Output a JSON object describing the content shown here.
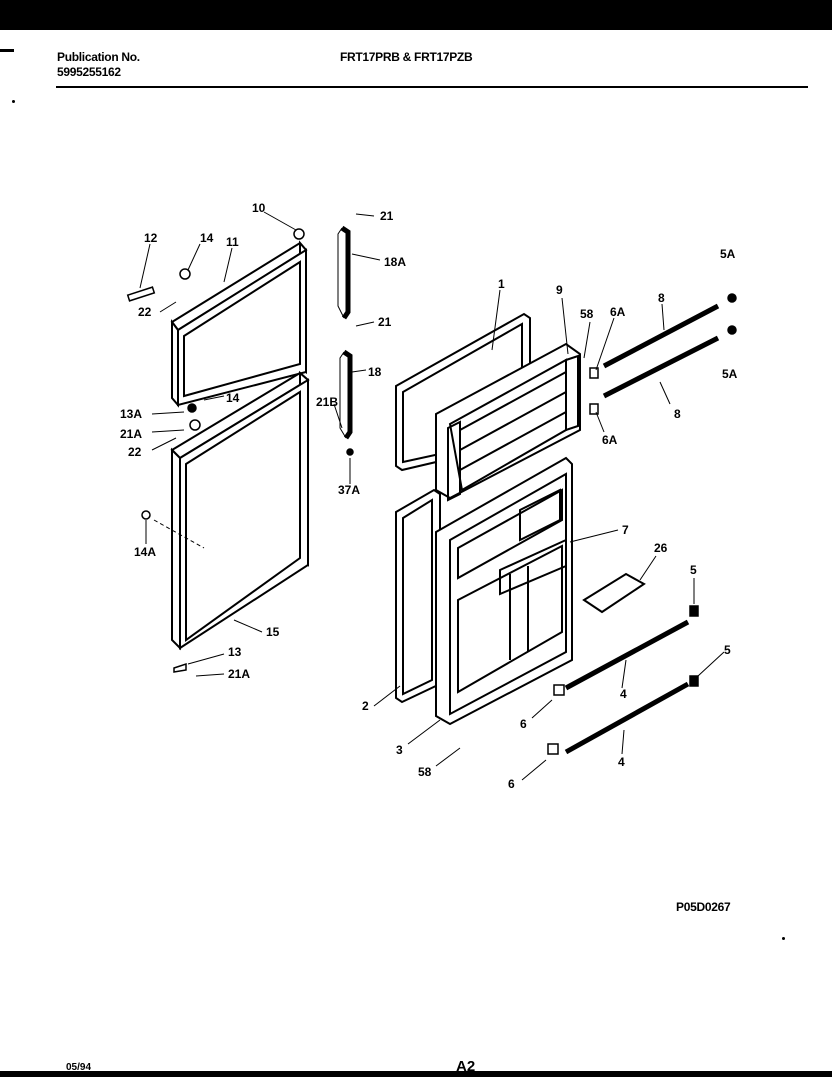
{
  "header": {
    "publication_label": "Publication No.",
    "publication_number": "5995255162",
    "model_title": "FRT17PRB & FRT17PZB"
  },
  "diagram": {
    "callouts": [
      "10",
      "21",
      "12",
      "14",
      "11",
      "18A",
      "22",
      "21",
      "18",
      "1",
      "9",
      "58",
      "6A",
      "8",
      "5A",
      "5A",
      "14",
      "13A",
      "21A",
      "21B",
      "22",
      "8",
      "6A",
      "37A",
      "14A",
      "7",
      "26",
      "5",
      "15",
      "5",
      "13",
      "21A",
      "4",
      "2",
      "3",
      "6",
      "4",
      "58",
      "6"
    ],
    "figure_code": "P05D0267"
  },
  "footer": {
    "date": "05/94",
    "page": "A2"
  }
}
